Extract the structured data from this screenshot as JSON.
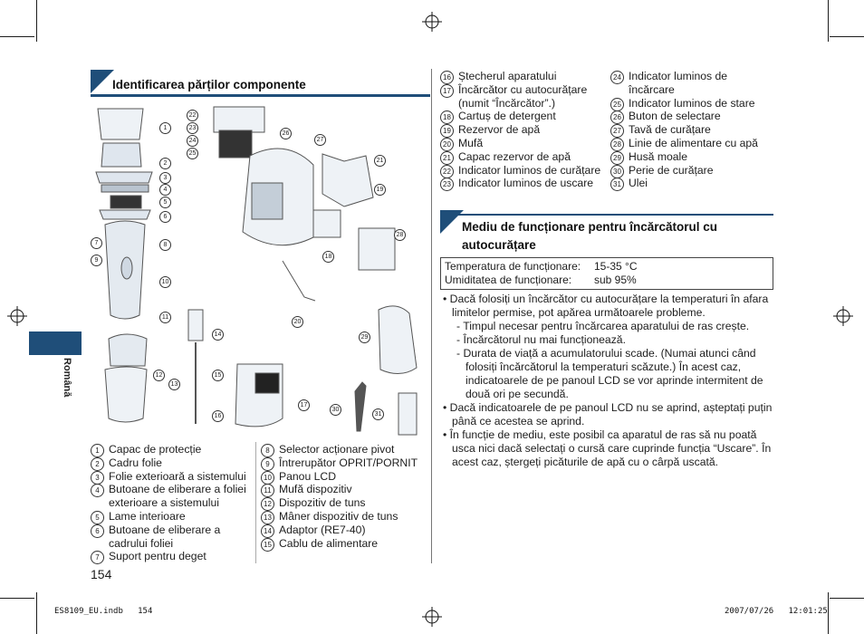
{
  "section1": {
    "title": "Identificarea părților componente"
  },
  "section2": {
    "title": "Mediu de funcționare pentru încărcătorul cu autocurățare"
  },
  "side_tab": {
    "label": "Română"
  },
  "parts_col1": [
    {
      "num": "1",
      "text": "Capac de protecție"
    },
    {
      "num": "2",
      "text": "Cadru folie"
    },
    {
      "num": "3",
      "text": "Folie exterioară a sistemului"
    },
    {
      "num": "4",
      "text": "Butoane de eliberare a foliei exterioare a sistemului"
    },
    {
      "num": "5",
      "text": "Lame interioare"
    },
    {
      "num": "6",
      "text": "Butoane de eliberare a cadrului foliei"
    },
    {
      "num": "7",
      "text": "Suport pentru deget"
    }
  ],
  "parts_col2": [
    {
      "num": "8",
      "text": "Selector acționare pivot"
    },
    {
      "num": "9",
      "text": "Întrerupător OPRIT/PORNIT"
    },
    {
      "num": "10",
      "text": "Panou LCD"
    },
    {
      "num": "11",
      "text": "Mufă dispozitiv"
    },
    {
      "num": "12",
      "text": "Dispozitiv de tuns"
    },
    {
      "num": "13",
      "text": "Mâner dispozitiv de tuns"
    },
    {
      "num": "14",
      "text": "Adaptor (RE7-40)"
    },
    {
      "num": "15",
      "text": "Cablu de alimentare"
    }
  ],
  "parts_col3": [
    {
      "num": "16",
      "text": "Ștecherul aparatului"
    },
    {
      "num": "17",
      "text": "Încărcător cu autocurățare (numit “Încărcător”.)"
    },
    {
      "num": "18",
      "text": "Cartuș de detergent"
    },
    {
      "num": "19",
      "text": "Rezervor de apă"
    },
    {
      "num": "20",
      "text": "Mufă"
    },
    {
      "num": "21",
      "text": "Capac rezervor de apă"
    },
    {
      "num": "22",
      "text": "Indicator luminos de curățare"
    },
    {
      "num": "23",
      "text": "Indicator luminos de uscare"
    }
  ],
  "parts_col4": [
    {
      "num": "24",
      "text": "Indicator luminos de încărcare"
    },
    {
      "num": "25",
      "text": "Indicator luminos de stare"
    },
    {
      "num": "26",
      "text": "Buton de selectare"
    },
    {
      "num": "27",
      "text": "Tavă de curățare"
    },
    {
      "num": "28",
      "text": "Linie de alimentare cu apă"
    },
    {
      "num": "29",
      "text": "Husă moale"
    },
    {
      "num": "30",
      "text": "Perie de curățare"
    },
    {
      "num": "31",
      "text": "Ulei"
    }
  ],
  "env_table": {
    "temp_label": "Temperatura de funcționare:",
    "temp_value": "15-35 °C",
    "hum_label": "Umiditatea de funcționare:",
    "hum_value": "sub 95%"
  },
  "notes": {
    "b1": "• Dacă folosiți un încărcător cu autocurățare la temperaturi în afara limitelor permise, pot apărea următoarele probleme.",
    "d1": "- Timpul necesar pentru încărcarea aparatului de ras crește.",
    "d2": "- Încărcătorul nu mai funcționează.",
    "d3": "- Durata de viață a acumulatorului scade. (Numai atunci când folosiți încărcătorul la temperaturi scăzute.) În acest caz, indicatoarele de pe panoul LCD se vor aprinde intermitent de două ori pe secundă.",
    "b2": "• Dacă indicatoarele de pe panoul LCD nu se aprind, așteptați puțin până ce acestea se aprind.",
    "b3": "• În funcție de mediu, este posibil ca aparatul de ras să nu poată usca nici dacă selectați o cursă care cuprinde funcția “Uscare”. În acest caz, ștergeți picăturile de apă cu o cârpă uscată."
  },
  "page_number": "154",
  "footer": {
    "file": "ES8109_EU.indb   154",
    "date": "2007/07/26   12:01:25"
  },
  "colors": {
    "accent": "#1f4e79",
    "line": "#444444"
  },
  "diagram_callouts": [
    "1",
    "2",
    "3",
    "4",
    "5",
    "6",
    "7",
    "8",
    "9",
    "10",
    "11",
    "12",
    "13",
    "14",
    "15",
    "16",
    "17",
    "18",
    "19",
    "20",
    "21",
    "22",
    "23",
    "24",
    "25",
    "26",
    "27",
    "28",
    "29",
    "30",
    "31"
  ]
}
